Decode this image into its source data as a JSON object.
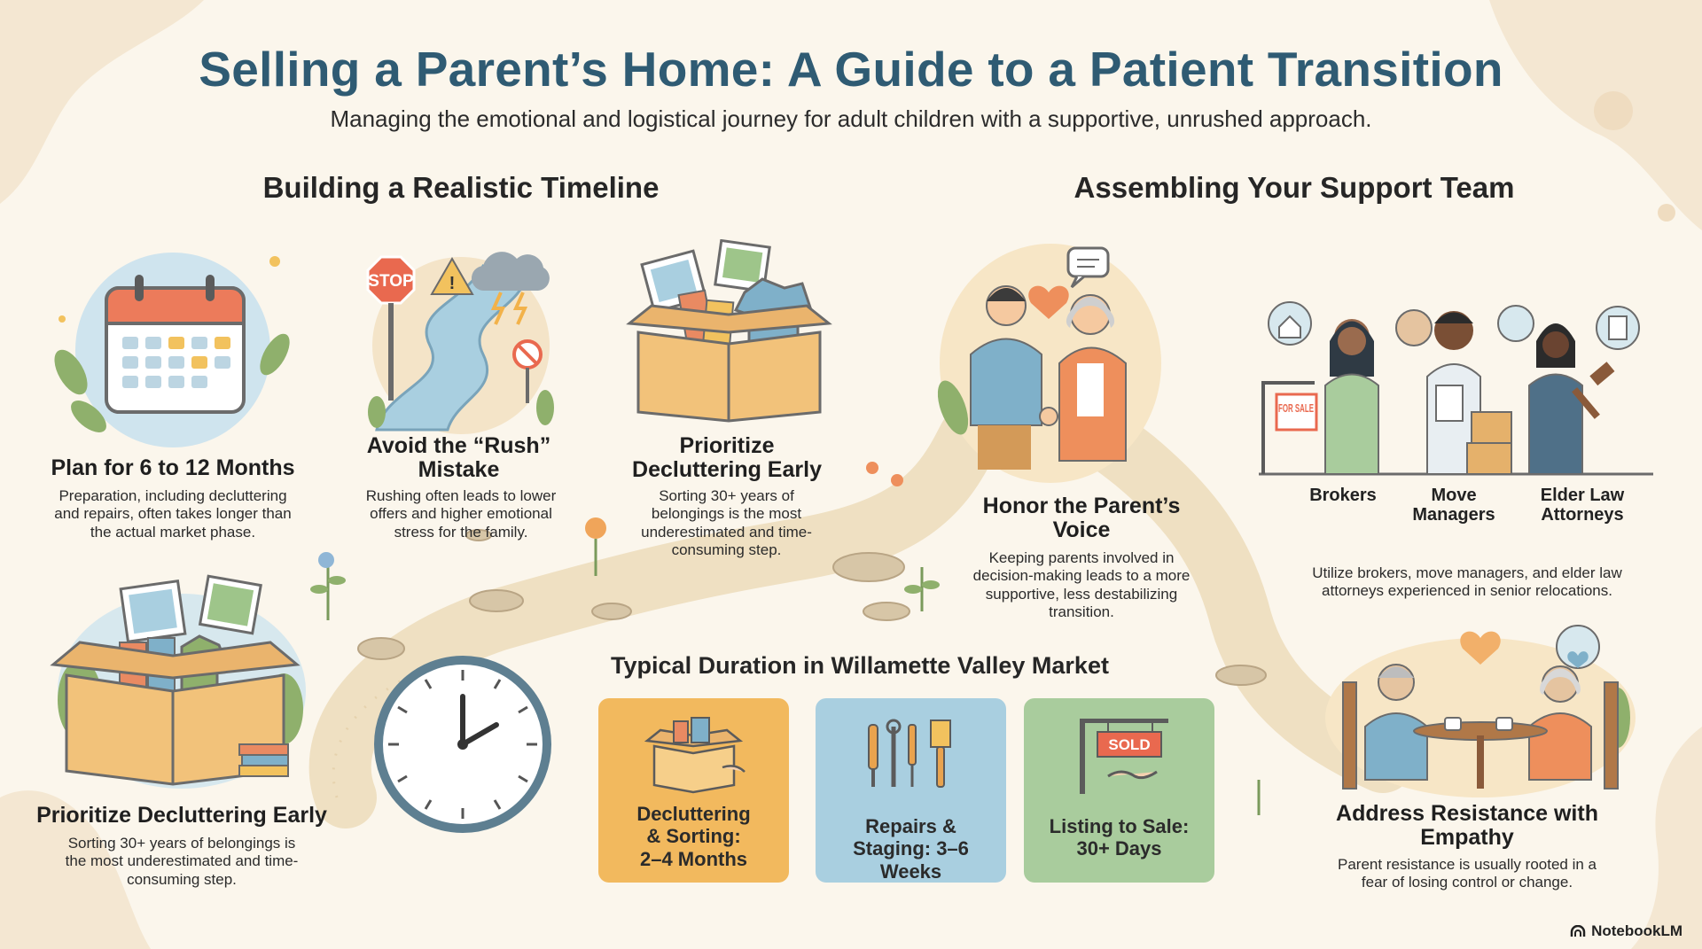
{
  "header": {
    "title": "Selling a Parent’s Home: A Guide to a Patient Transition",
    "subtitle": "Managing the emotional and logistical journey for adult children with a supportive, unrushed approach."
  },
  "sections": {
    "timeline_heading": "Building a Realistic Timeline",
    "team_heading": "Assembling Your Support Team"
  },
  "cards": {
    "plan": {
      "title": "Plan for 6 to 12 Months",
      "desc": "Preparation, including decluttering and repairs, often takes longer than the actual market phase."
    },
    "rush": {
      "title": "Avoid the “Rush” Mistake",
      "desc": "Rushing often leads to lower offers and higher emotional stress for the family.",
      "sign_text": "STOP"
    },
    "declutter_top": {
      "title": "Prioritize Decluttering Early",
      "desc": "Sorting 30+ years of belongings is the most underestimated and time-consuming step."
    },
    "declutter_left": {
      "title": "Prioritize Decluttering Early",
      "desc": "Sorting 30+ years of belongings is the most underestimated and time-consuming step."
    },
    "voice": {
      "title": "Honor the Parent’s Voice",
      "desc": "Keeping parents involved in decision-making leads to a more supportive, less destabilizing transition."
    },
    "resistance": {
      "title": "Address Resistance with Empathy",
      "desc": "Parent resistance is usually rooted in a fear of losing control or change."
    }
  },
  "team": {
    "members": [
      "Brokers",
      "Move Managers",
      "Elder Law Attorneys"
    ],
    "desc": "Utilize brokers, move managers, and elder law attorneys experienced in senior relocations.",
    "sign_text": "FOR SALE"
  },
  "duration": {
    "heading": "Typical Duration in Willamette Valley Market",
    "items": [
      {
        "label": "Decluttering & Sorting: 2–4 Months",
        "color": "#f2b95e"
      },
      {
        "label": "Repairs & Staging: 3–6 Weeks",
        "color": "#a9cfe0"
      },
      {
        "label": "Listing to Sale: 30+ Days",
        "color": "#a9cc9d"
      }
    ],
    "sold_text": "SOLD"
  },
  "brand": {
    "name": "NotebookLM"
  },
  "colors": {
    "title": "#2f5b73",
    "background": "#fbf6ec",
    "path": "#efe0c2"
  }
}
